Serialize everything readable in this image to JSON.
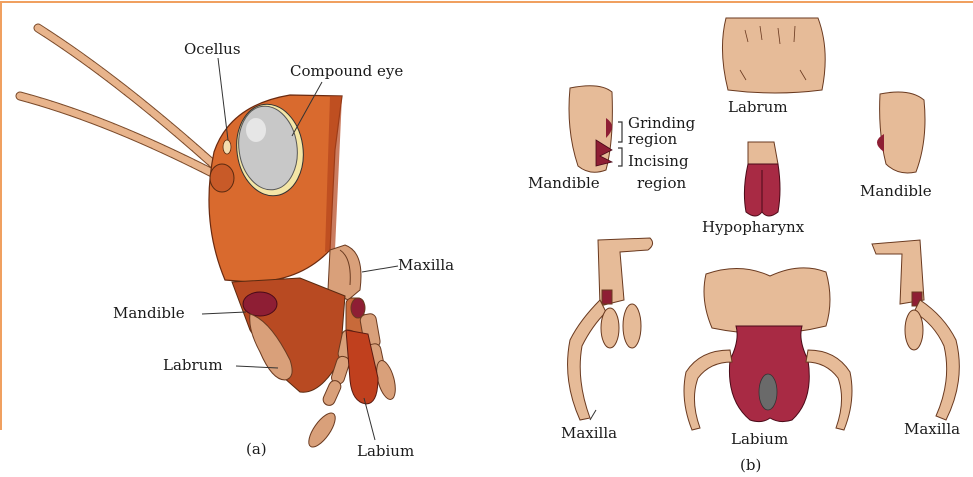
{
  "part_a": {
    "caption": "(a)",
    "labels": {
      "ocellus": "Ocellus",
      "compound_eye": "Compound  eye",
      "maxilla": "Maxilla",
      "mandible": "Mandible",
      "labrum": "Labrum",
      "labium": "Labium"
    }
  },
  "part_b": {
    "caption": "(b)",
    "labels": {
      "labrum": "Labrum",
      "grinding_region_1": "Grinding",
      "grinding_region_2": "region",
      "incising_region_1": "Incising",
      "incising_region_2": "region",
      "mandible_left": "Mandible",
      "mandible_right": "Mandible",
      "hypopharynx": "Hypopharynx",
      "maxilla_left": "Maxilla",
      "maxilla_right": "Maxilla",
      "labium": "Labium"
    }
  },
  "colors": {
    "border": "#f0a060",
    "head": "#d96a2e",
    "head_dark": "#b4441c",
    "mouthpart": "#d9a07a",
    "mouthpart_light": "#e6bb98",
    "maroon": "#8e1e34",
    "eye": "#c8c8c8"
  }
}
